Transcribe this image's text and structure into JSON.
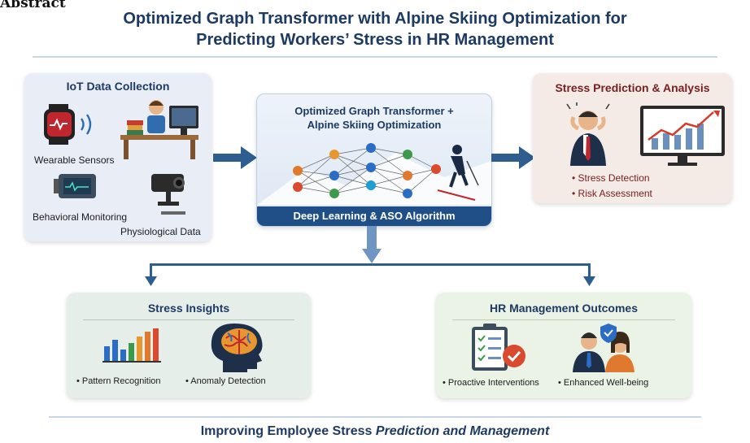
{
  "abstract_label": "Abstract",
  "title_line1": "Optimized Graph Transformer with Alpine Skiing Optimization for",
  "title_line2": "Predicting Workers’ Stress in HR Management",
  "iot": {
    "title": "IoT Data Collection",
    "wearable": "Wearable Sensors",
    "behavioral": "Behavioral Monitoring",
    "physiological": "Physiological Data"
  },
  "center": {
    "title_line1": "Optimized Graph Transformer +",
    "title_line2": "Alpine Skiing Optimization",
    "banner": "Deep Learning & ASO Algorithm"
  },
  "prediction": {
    "title": "Stress Prediction & Analysis",
    "bullet1": "• Stress Detection",
    "bullet2": "• Risk Assessment"
  },
  "insights": {
    "title": "Stress Insights",
    "bullet1": "• Pattern Recognition",
    "bullet2": "• Anomaly Detection"
  },
  "hr": {
    "title": "HR Management Outcomes",
    "bullet1": "• Proactive Interventions",
    "bullet2": "• Enhanced Well-being"
  },
  "footer": {
    "part1": "Improving Employee Stress ",
    "part2": "Prediction and Management"
  },
  "colors": {
    "navy": "#1d3a63",
    "arrow": "#2e5d8f",
    "iot_bg": "#e9eef6",
    "prediction_bg": "#f4ebe7",
    "insights_bg": "#e6eeea",
    "hr_bg": "#eaf3e6"
  }
}
